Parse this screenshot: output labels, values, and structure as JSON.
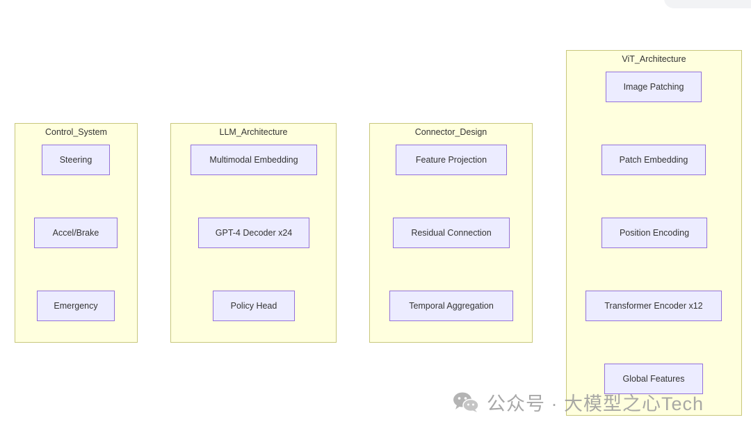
{
  "groups": {
    "control": {
      "title": "Control_System",
      "nodes": [
        "Steering",
        "Accel/Brake",
        "Emergency"
      ]
    },
    "llm": {
      "title": "LLM_Architecture",
      "nodes": [
        "Multimodal Embedding",
        "GPT-4 Decoder x24",
        "Policy Head"
      ]
    },
    "connector": {
      "title": "Connector_Design",
      "nodes": [
        "Feature Projection",
        "Residual Connection",
        "Temporal Aggregation"
      ]
    },
    "vit": {
      "title": "ViT_Architecture",
      "nodes": [
        "Image Patching",
        "Patch Embedding",
        "Position Encoding",
        "Transformer Encoder x12",
        "Global Features"
      ]
    }
  },
  "watermark": {
    "text": "公众号 · 大模型之心Tech",
    "icon": "wechat-icon"
  },
  "colors": {
    "cluster_fill": "#ffffde",
    "cluster_border": "#c8c77c",
    "node_fill": "#ececff",
    "node_border": "#9370db",
    "edge": "#333333"
  }
}
